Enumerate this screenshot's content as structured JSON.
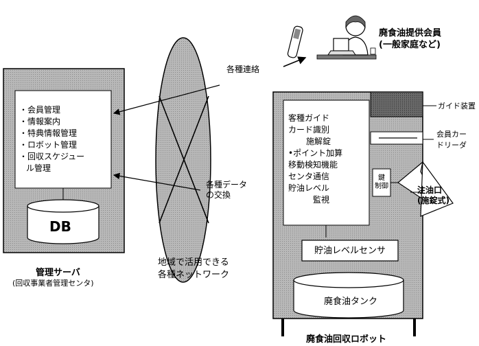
{
  "server": {
    "items": [
      "・会員管理",
      "・情報案内",
      "・特典情報管理",
      "・ロボット管理",
      "・回収スケジュー",
      "ル管理"
    ],
    "db_label": "DB",
    "title": "管理サーバ",
    "subtitle": "(回収事業者管理センタ)"
  },
  "network": {
    "label_line1": "地域で活用できる",
    "label_line2": "各種ネットワーク",
    "contact_label": "各種連絡",
    "data_exchange_line1": "各種データ",
    "data_exchange_line2": "の交換"
  },
  "member": {
    "line1": "廃食油提供会員",
    "line2": "(一般家庭など)"
  },
  "robot": {
    "functions": [
      "客種ガイド",
      "カード識別",
      "施解錠",
      "•ポイント加算",
      "移動検知機能",
      "センタ通信",
      "貯油レベル",
      "監視"
    ],
    "lock_control_line1": "鍵",
    "lock_control_line2": "制御",
    "level_sensor": "貯油レベルセンサ",
    "tank": "廃食油タンク",
    "title": "廃食油回収ロボット",
    "guide_device": "ガイド装置",
    "card_reader_line1": "会員カー",
    "card_reader_line2": "ドリーダ",
    "inlet_line1": "注油口",
    "inlet_line2": "(施錠式)"
  }
}
